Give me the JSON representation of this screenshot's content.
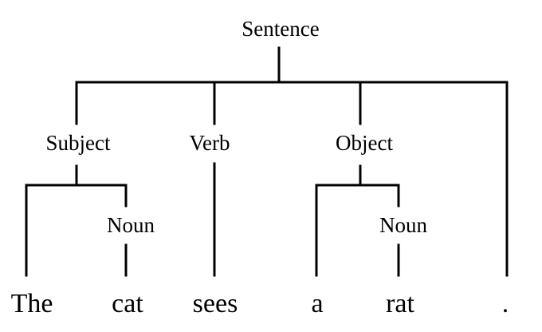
{
  "nodes": {
    "sentence": "Sentence",
    "subject": "Subject",
    "verb": "Verb",
    "object": "Object",
    "subject_noun": "Noun",
    "object_noun": "Noun"
  },
  "words": [
    "The",
    "cat",
    "sees",
    "a",
    "rat",
    "."
  ]
}
